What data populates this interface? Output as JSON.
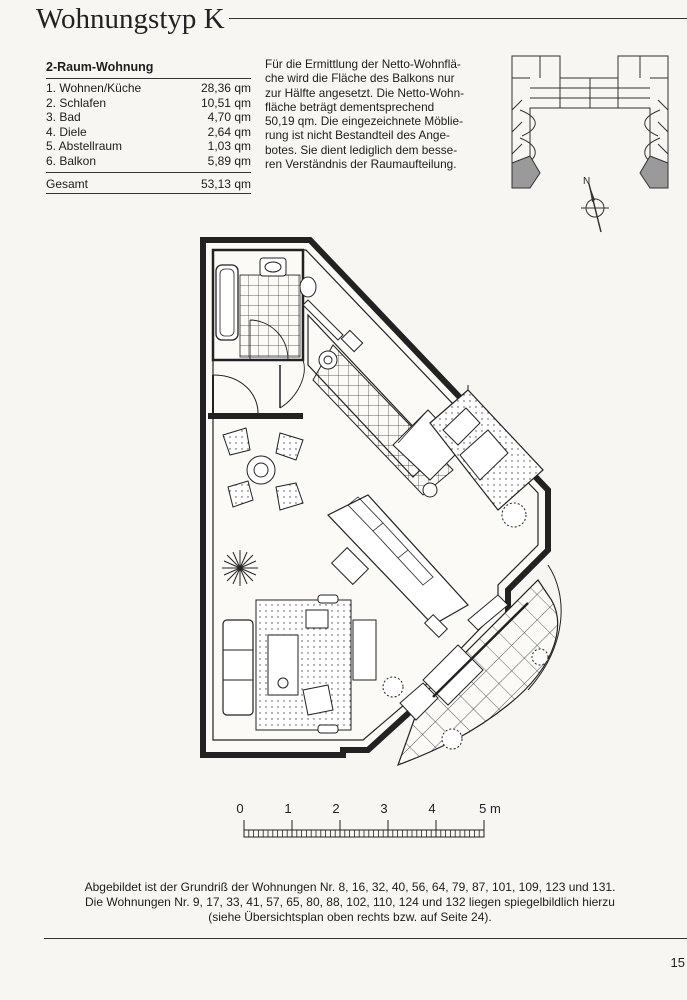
{
  "header": {
    "title": "Wohnungstyp K"
  },
  "area_table": {
    "heading": "2-Raum-Wohnung",
    "rooms": [
      {
        "label": "1. Wohnen/Küche",
        "value": "28,36 qm"
      },
      {
        "label": "2. Schlafen",
        "value": "10,51 qm"
      },
      {
        "label": "3. Bad",
        "value": "4,70 qm"
      },
      {
        "label": "4. Diele",
        "value": "2,64 qm"
      },
      {
        "label": "5. Abstellraum",
        "value": "1,03 qm"
      },
      {
        "label": "6. Balkon",
        "value": "5,89 qm"
      }
    ],
    "total_label": "Gesamt",
    "total_value": "53,13 qm"
  },
  "note": "Für die Ermittlung der Netto-Wohnflä-\nche wird die Fläche des Balkons nur\nzur Hälfte angesetzt. Die Netto-Wohn-\nfläche beträgt dementsprechend\n50,19 qm. Die eingezeichnete Möblie-\nrung ist nicht Bestandteil des Ange-\nbotes. Sie dient lediglich dem besse-\nren Verständnis der Raumaufteilung.",
  "site_plan": {
    "north_label": "N"
  },
  "scale": {
    "labels": [
      "0",
      "1",
      "2",
      "3",
      "4",
      "5 m"
    ]
  },
  "caption": {
    "line1": "Abgebildet ist der Grundriß der Wohnungen Nr. 8, 16, 32, 40, 56, 64, 79, 87, 101, 109, 123 und 131.",
    "line2": "Die Wohnungen Nr. 9, 17, 33, 41, 57, 65, 80, 88, 102, 110, 124 und 132 liegen spiegelbildlich hierzu",
    "line3": "(siehe Übersichtsplan oben rechts bzw. auf Seite 24)."
  },
  "page_number": "15"
}
